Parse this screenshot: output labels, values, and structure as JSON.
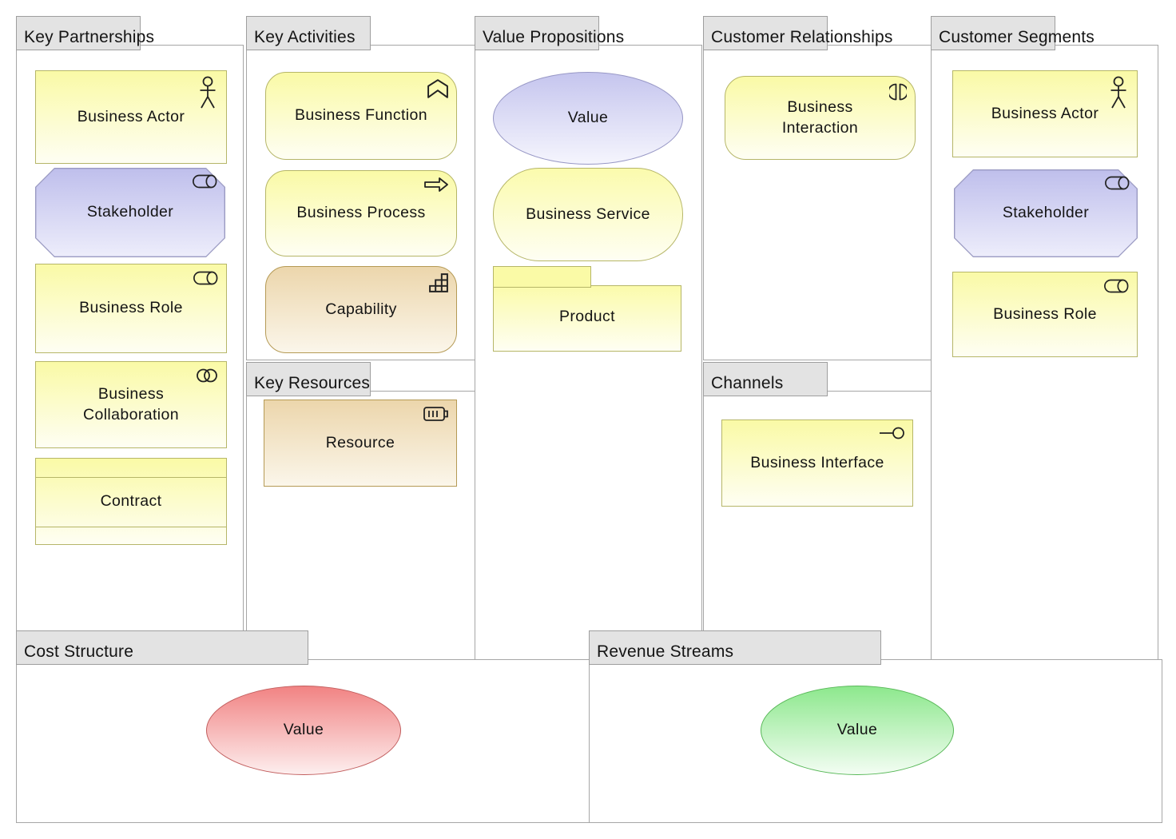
{
  "sections": {
    "key_partnerships": "Key Partnerships",
    "key_activities": "Key Activities",
    "key_resources": "Key Resources",
    "value_propositions": "Value Propositions",
    "customer_relationships": "Customer Relationships",
    "channels": "Channels",
    "customer_segments": "Customer Segments",
    "cost_structure": "Cost Structure",
    "revenue_streams": "Revenue Streams"
  },
  "nodes": {
    "kp_business_actor": {
      "label": "Business Actor",
      "icon": "actor-icon"
    },
    "kp_stakeholder": {
      "label": "Stakeholder",
      "icon": "role-icon"
    },
    "kp_business_role": {
      "label": "Business Role",
      "icon": "role-icon"
    },
    "kp_business_collaboration": {
      "label": "Business Collaboration",
      "icon": "collaboration-icon"
    },
    "kp_contract": {
      "label": "Contract"
    },
    "ka_business_function": {
      "label": "Business Function",
      "icon": "function-icon"
    },
    "ka_business_process": {
      "label": "Business Process",
      "icon": "process-icon"
    },
    "ka_capability": {
      "label": "Capability",
      "icon": "capability-icon"
    },
    "kr_resource": {
      "label": "Resource",
      "icon": "resource-icon"
    },
    "vp_value": {
      "label": "Value"
    },
    "vp_business_service": {
      "label": "Business Service"
    },
    "vp_product": {
      "label": "Product"
    },
    "cr_business_interaction": {
      "label": "Business Interaction",
      "icon": "interaction-icon"
    },
    "ch_business_interface": {
      "label": "Business Interface",
      "icon": "interface-icon"
    },
    "cs_business_actor": {
      "label": "Business Actor",
      "icon": "actor-icon"
    },
    "cs_stakeholder": {
      "label": "Stakeholder",
      "icon": "role-icon"
    },
    "cs_business_role": {
      "label": "Business Role",
      "icon": "role-icon"
    },
    "cost_value": {
      "label": "Value"
    },
    "rev_value": {
      "label": "Value"
    }
  },
  "colors": {
    "yellow_top": "#fafaa6",
    "yellow_bottom": "#fefef3",
    "yellow_border": "#b6b668",
    "tan_top": "#ecd6ac",
    "tan_bottom": "#fbf6ea",
    "tan_border": "#b59a55",
    "stakeholder_top": "#bfbfec",
    "stakeholder_bottom": "#ededfb",
    "stakeholder_border": "#9a9ac2",
    "value_blue_top": "#c5c5ee",
    "value_blue_bottom": "#f5f5fd",
    "value_blue_border": "#9898c6",
    "value_red_top": "#f18383",
    "value_red_bottom": "#fdeeee",
    "value_red_border": "#c25e5e",
    "value_green_top": "#8de88d",
    "value_green_bottom": "#f3fdf3",
    "value_green_border": "#58b858",
    "tab_background": "#e3e3e3",
    "group_border": "#a6a6a6"
  }
}
